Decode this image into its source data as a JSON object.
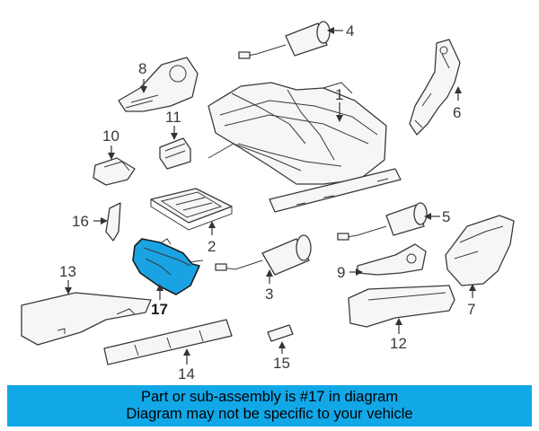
{
  "callouts": {
    "c1": "1",
    "c2": "2",
    "c3": "3",
    "c4": "4",
    "c5": "5",
    "c6": "6",
    "c7": "7",
    "c8": "8",
    "c9": "9",
    "c10": "10",
    "c11": "11",
    "c12": "12",
    "c13": "13",
    "c14": "14",
    "c15": "15",
    "c16": "16",
    "c17": "17"
  },
  "highlight_color": "#1aa3e3",
  "banner": {
    "line1": "Part or sub-assembly is #17 in diagram",
    "line2": "Diagram may not be specific to your vehicle",
    "background": "#12a8e8"
  }
}
